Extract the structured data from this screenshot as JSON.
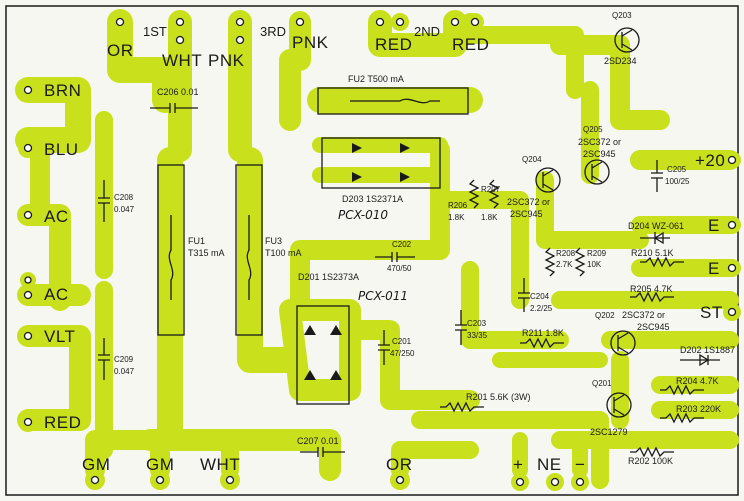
{
  "terminals": {
    "or_top": "OR",
    "first": "1ST",
    "wht_top": "WHT",
    "pnk": "PNK",
    "third": "3RD",
    "pnk2": "PNK",
    "red1": "RED",
    "second": "2ND",
    "red2": "RED",
    "brn": "BRN",
    "blu": "BLU",
    "ac1": "AC",
    "ac2": "AC",
    "vlt": "VLT",
    "red_left": "RED",
    "plus20": "+20",
    "e1": "E",
    "e2": "E",
    "st": "ST",
    "gm1": "GM",
    "gm2": "GM",
    "wht_bottom": "WHT",
    "or_bottom": "OR",
    "plus": "+",
    "ne": "NE",
    "minus": "−"
  },
  "components": {
    "fu2": "FU2 T500 mA",
    "fu1_name": "FU1",
    "fu1_val": "T315 mA",
    "fu3_name": "FU3",
    "fu3_val": "T100 mA",
    "c206": "C206 0.01",
    "c208_name": "C208",
    "c208_val": "0.047",
    "c209_name": "C209",
    "c209_val": "0.047",
    "c207": "C207 0.01",
    "d203": "D203 1S2371A",
    "pcx010": "PCX-010",
    "c202_name": "C202",
    "c202_val": "470/50",
    "d201": "D201 1S2373A",
    "pcx011": "PCX-011",
    "c201_name": "C201",
    "c201_val": "47/250",
    "r206_name": "R206",
    "r206_val": "1.8K",
    "r207_name": "R207",
    "r207_val": "1.8K",
    "c203_name": "C203",
    "c203_val": "33/35",
    "r201": "R201 5.6K (3W)",
    "q203_name": "Q203",
    "q203_part": "2SD234",
    "q205_name": "Q205",
    "q205_part1": "2SC372 or",
    "q205_part2": "2SC945",
    "q204_name": "Q204",
    "q204_part1": "2SC372 or",
    "q204_part2": "2SC945",
    "c205_name": "C205",
    "c205_val": "100/25",
    "d204": "D204 WZ-061",
    "r208_name": "R208",
    "r208_val": "2.7K",
    "r209_name": "R209",
    "r209_val": "10K",
    "r210": "R210 5.1K",
    "c204_name": "C204",
    "c204_val": "2.2/25",
    "r205": "R205 4.7K",
    "r211": "R211 1.8K",
    "q202_name": "Q202",
    "q202_part1": "2SC372 or",
    "q202_part2": "2SC945",
    "d202": "D202 1S1887",
    "q201_name": "Q201",
    "q201_part": "2SC1279",
    "r204": "R204 4.7K",
    "r203": "R203 220K",
    "r202": "R202 100K"
  },
  "colors": {
    "copper": "#c9e11d",
    "ink": "#1a1a1a",
    "board": "#f7f7f2"
  }
}
